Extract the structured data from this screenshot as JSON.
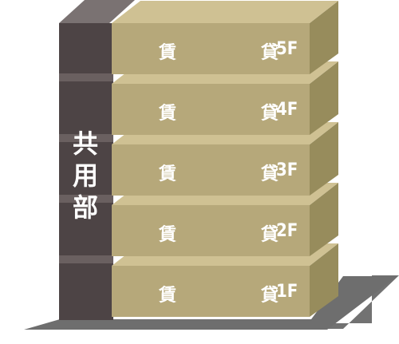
{
  "building": {
    "common_area": {
      "chars": [
        "共",
        "用",
        "部"
      ]
    },
    "floors": [
      {
        "label": "賃　貸",
        "number": "5F"
      },
      {
        "label": "賃　貸",
        "number": "4F"
      },
      {
        "label": "賃　貸",
        "number": "3F"
      },
      {
        "label": "賃　貸",
        "number": "2F"
      },
      {
        "label": "賃　貸",
        "number": "1F"
      }
    ]
  },
  "colors": {
    "floor_front": "#b6a87a",
    "floor_top": "#cfc193",
    "floor_side": "#978c5c",
    "floor_side_dark": "#7e7549",
    "core_front": "#4d4445",
    "core_top": "#7a7272",
    "core_gap": "#6a6060",
    "shadow": "#727272",
    "text": "#ffffff"
  }
}
